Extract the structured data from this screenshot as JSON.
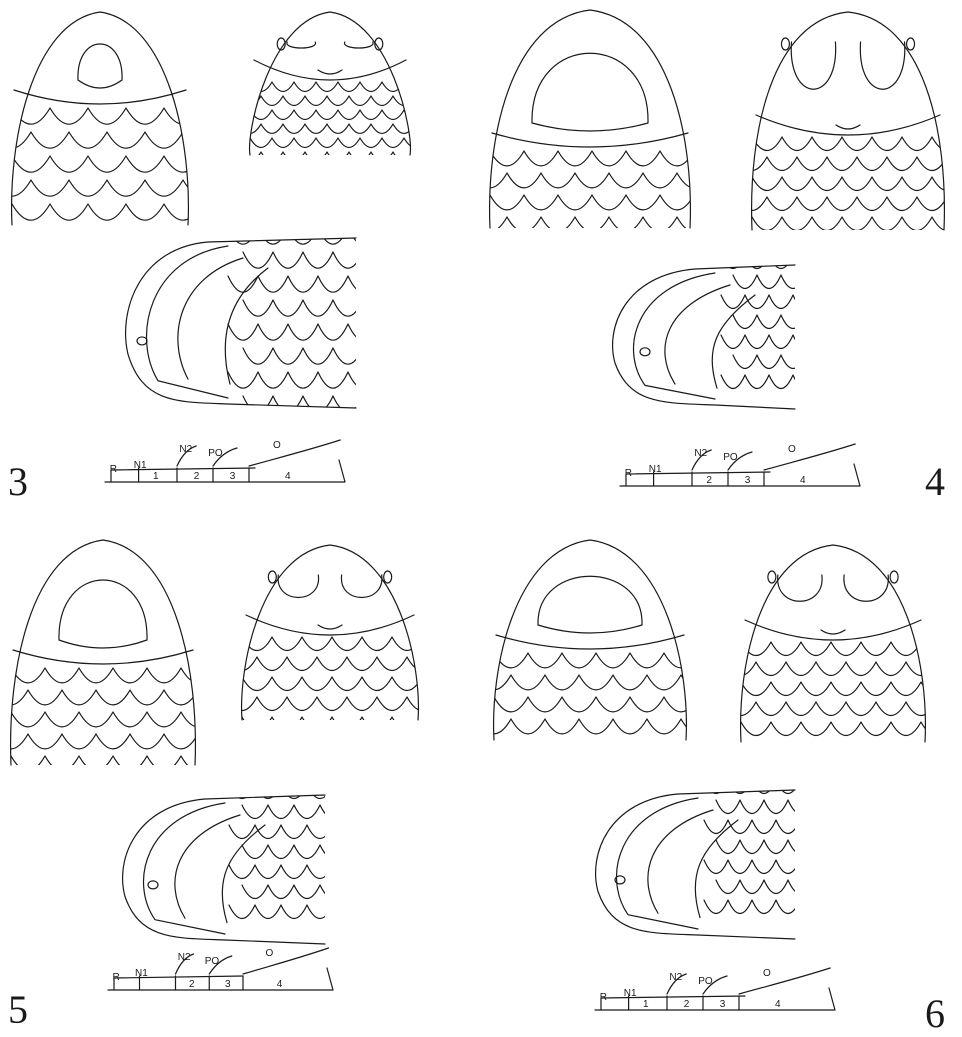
{
  "figures": [
    {
      "number": "3",
      "strip": {
        "head_labels": [
          "R",
          "N1",
          "N2",
          "PO",
          "O"
        ],
        "segment_labels": [
          "1",
          "2",
          "3",
          "4"
        ]
      }
    },
    {
      "number": "4",
      "strip": {
        "head_labels": [
          "R",
          "N1",
          "N2",
          "PO",
          "O"
        ],
        "segment_labels": [
          "2",
          "3",
          "4"
        ]
      }
    },
    {
      "number": "5",
      "strip": {
        "head_labels": [
          "R",
          "N1",
          "N2",
          "PO",
          "O"
        ],
        "segment_labels": [
          "2",
          "3",
          "4"
        ]
      }
    },
    {
      "number": "6",
      "strip": {
        "head_labels": [
          "R",
          "N1",
          "N2",
          "PO",
          "O"
        ],
        "segment_labels": [
          "1",
          "2",
          "3",
          "4"
        ]
      }
    }
  ],
  "colors": {
    "ink": "#1a1a1a",
    "paper": "#ffffff"
  }
}
